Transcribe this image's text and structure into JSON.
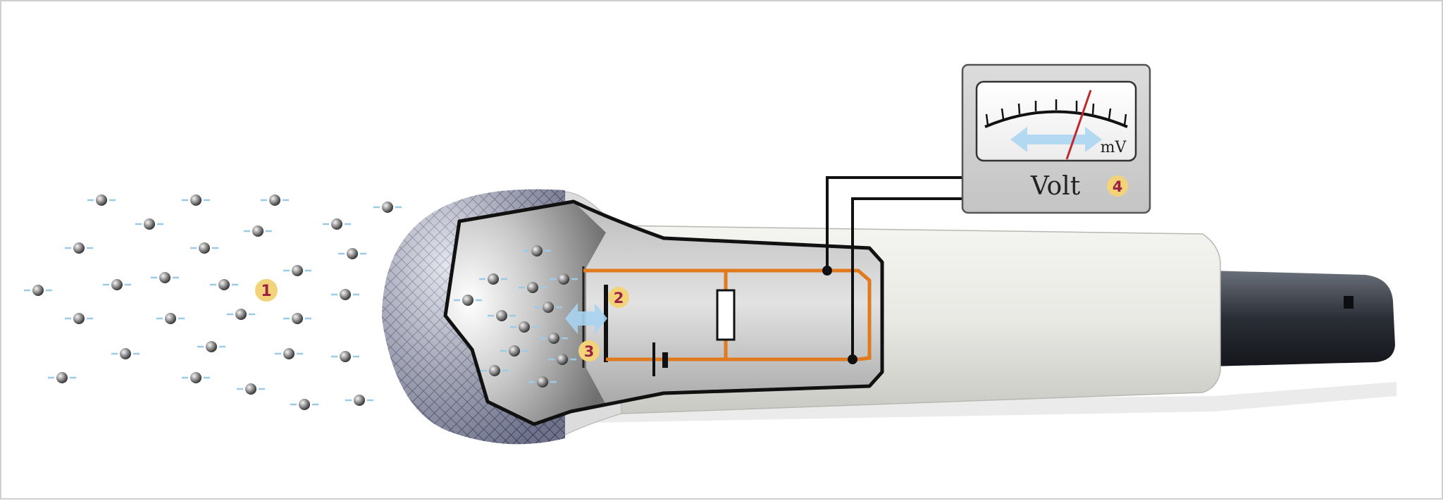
{
  "meter": {
    "unit": "mV",
    "label": "Volt"
  },
  "markers": [
    "1",
    "2",
    "3",
    "4"
  ],
  "colors": {
    "marker_fill": "#f3d37a",
    "marker_text": "#9b2242",
    "wire": "#e07a1c",
    "needle": "#c0282c",
    "arrow": "#a8d4f2"
  }
}
